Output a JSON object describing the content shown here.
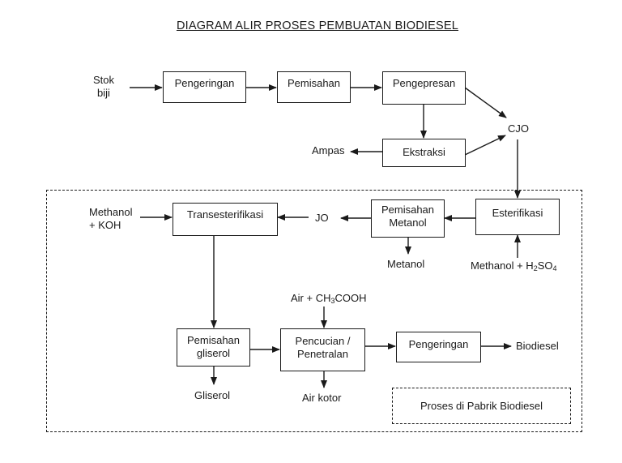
{
  "title": "DIAGRAM ALIR PROSES PEMBUATAN BIODIESEL",
  "inputs": {
    "stok_biji_line1": "Stok",
    "stok_biji_line2": "biji",
    "methanol_koh_line1": "Methanol",
    "methanol_koh_line2": "+ KOH",
    "jo": "JO",
    "cjo": "CJO",
    "methanol_h2so4_prefix": "Methanol +  H",
    "methanol_h2so4_sub1": "2",
    "methanol_h2so4_mid": "SO",
    "methanol_h2so4_sub2": "4",
    "air_ch3cooh_prefix": "Air +  CH",
    "air_ch3cooh_sub": "3",
    "air_ch3cooh_suffix": "COOH"
  },
  "outputs": {
    "ampas": "Ampas",
    "metanol": "Metanol",
    "gliserol": "Gliserol",
    "air_kotor": "Air kotor",
    "biodiesel": "Biodiesel"
  },
  "process_boxes": {
    "pengeringan_1": "Pengeringan",
    "pemisahan": "Pemisahan",
    "pengepresan": "Pengepresan",
    "ekstraksi": "Ekstraksi",
    "transesterifikasi": "Transesterifikasi",
    "pemisahan_metanol_line1": "Pemisahan",
    "pemisahan_metanol_line2": "Metanol",
    "esterifikasi": "Esterifikasi",
    "pemisahan_gliserol_line1": "Pemisahan",
    "pemisahan_gliserol_line2": "gliserol",
    "pencucian_line1": "Pencucian /",
    "pencucian_line2": "Penetralan",
    "pengeringan_2": "Pengeringan"
  },
  "legend": {
    "factory_label": "Proses di Pabrik Biodiesel"
  }
}
